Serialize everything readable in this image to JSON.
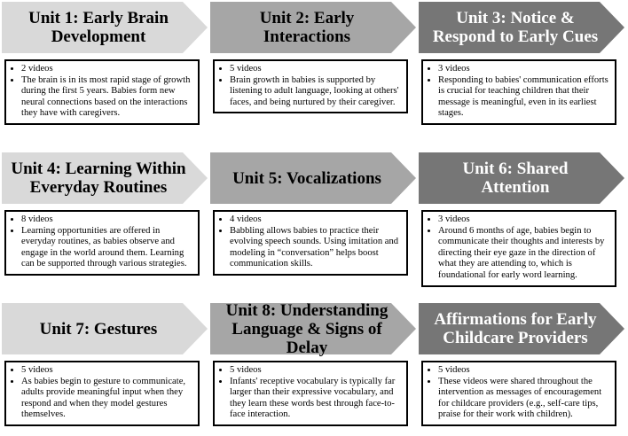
{
  "colors": {
    "light": "#d9d9d9",
    "mid": "#a6a6a6",
    "dark": "#767676",
    "box_border": "#000000"
  },
  "units": [
    {
      "title_lines": [
        "Unit 1: Early Brain",
        "Development"
      ],
      "fill": "light",
      "bullets": [
        "2 videos",
        "The brain is in its most rapid stage of growth during the first 5 years.  Babies form new neural connections based on the interactions they have with caregivers."
      ]
    },
    {
      "title_lines": [
        "Unit 2: Early",
        "Interactions"
      ],
      "fill": "mid",
      "bullets": [
        "5 videos",
        "Brain growth in babies is supported by listening to adult language, looking at others' faces, and being nurtured by their caregiver."
      ]
    },
    {
      "title_lines": [
        "Unit 3: Notice &",
        "Respond to Early Cues"
      ],
      "fill": "dark",
      "bullets": [
        "3 videos",
        "Responding to babies' communication efforts is crucial for teaching children that their message is meaningful, even in its earliest stages."
      ]
    },
    {
      "title_lines": [
        "Unit 4: Learning Within",
        "Everyday Routines"
      ],
      "fill": "light",
      "bullets": [
        "8 videos",
        "Learning opportunities are offered in everyday routines, as babies observe and engage in the world around them. Learning can be supported through various strategies."
      ]
    },
    {
      "title_lines": [
        "Unit 5: Vocalizations"
      ],
      "fill": "mid",
      "bullets": [
        "4 videos",
        "Babbling allows babies to practice their evolving speech sounds. Using imitation and modeling in “conversation” helps boost communication skills."
      ]
    },
    {
      "title_lines": [
        "Unit 6: Shared",
        "Attention"
      ],
      "fill": "dark",
      "bullets": [
        "3 videos",
        "Around 6 months of age, babies begin to communicate their thoughts and interests by directing their eye gaze in the direction of what they are attending to, which is foundational for early word learning."
      ]
    },
    {
      "title_lines": [
        "Unit 7: Gestures"
      ],
      "fill": "light",
      "bullets": [
        "5 videos",
        "As babies begin to gesture to communicate, adults provide meaningful input when they respond and when they model gestures themselves."
      ]
    },
    {
      "title_lines": [
        "Unit 8: Understanding",
        "Language & Signs of Delay"
      ],
      "fill": "mid",
      "bullets": [
        "5 videos",
        "Infants' receptive vocabulary is typically far larger than their expressive vocabulary, and they learn these words best through face-to-face interaction."
      ]
    },
    {
      "title_lines": [
        "Affirmations for Early",
        "Childcare Providers"
      ],
      "fill": "dark",
      "bullets": [
        "5 videos",
        "These videos were shared throughout the intervention as messages of encouragement for childcare providers (e.g., self-care tips, praise for their work with children)."
      ]
    }
  ]
}
